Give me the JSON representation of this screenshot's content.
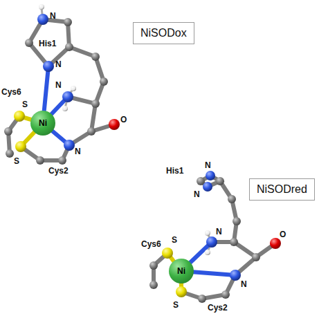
{
  "diagram": {
    "nodes": [
      {
        "text": [
          "NiSODox"
        ]
      },
      {
        "text": [
          "Ni"
        ]
      },
      {
        "text": [
          "NiSODred"
        ]
      },
      {
        "text": [
          "Ni"
        ]
      }
    ],
    "labels": [
      "N",
      "His1",
      "N",
      "N",
      "S",
      "Cys6",
      "O",
      "S",
      "N",
      "Cys2",
      "His1",
      "N",
      "N",
      "O",
      "Cys6",
      "S",
      "N",
      "N",
      "S",
      "Cys2"
    ]
  }
}
